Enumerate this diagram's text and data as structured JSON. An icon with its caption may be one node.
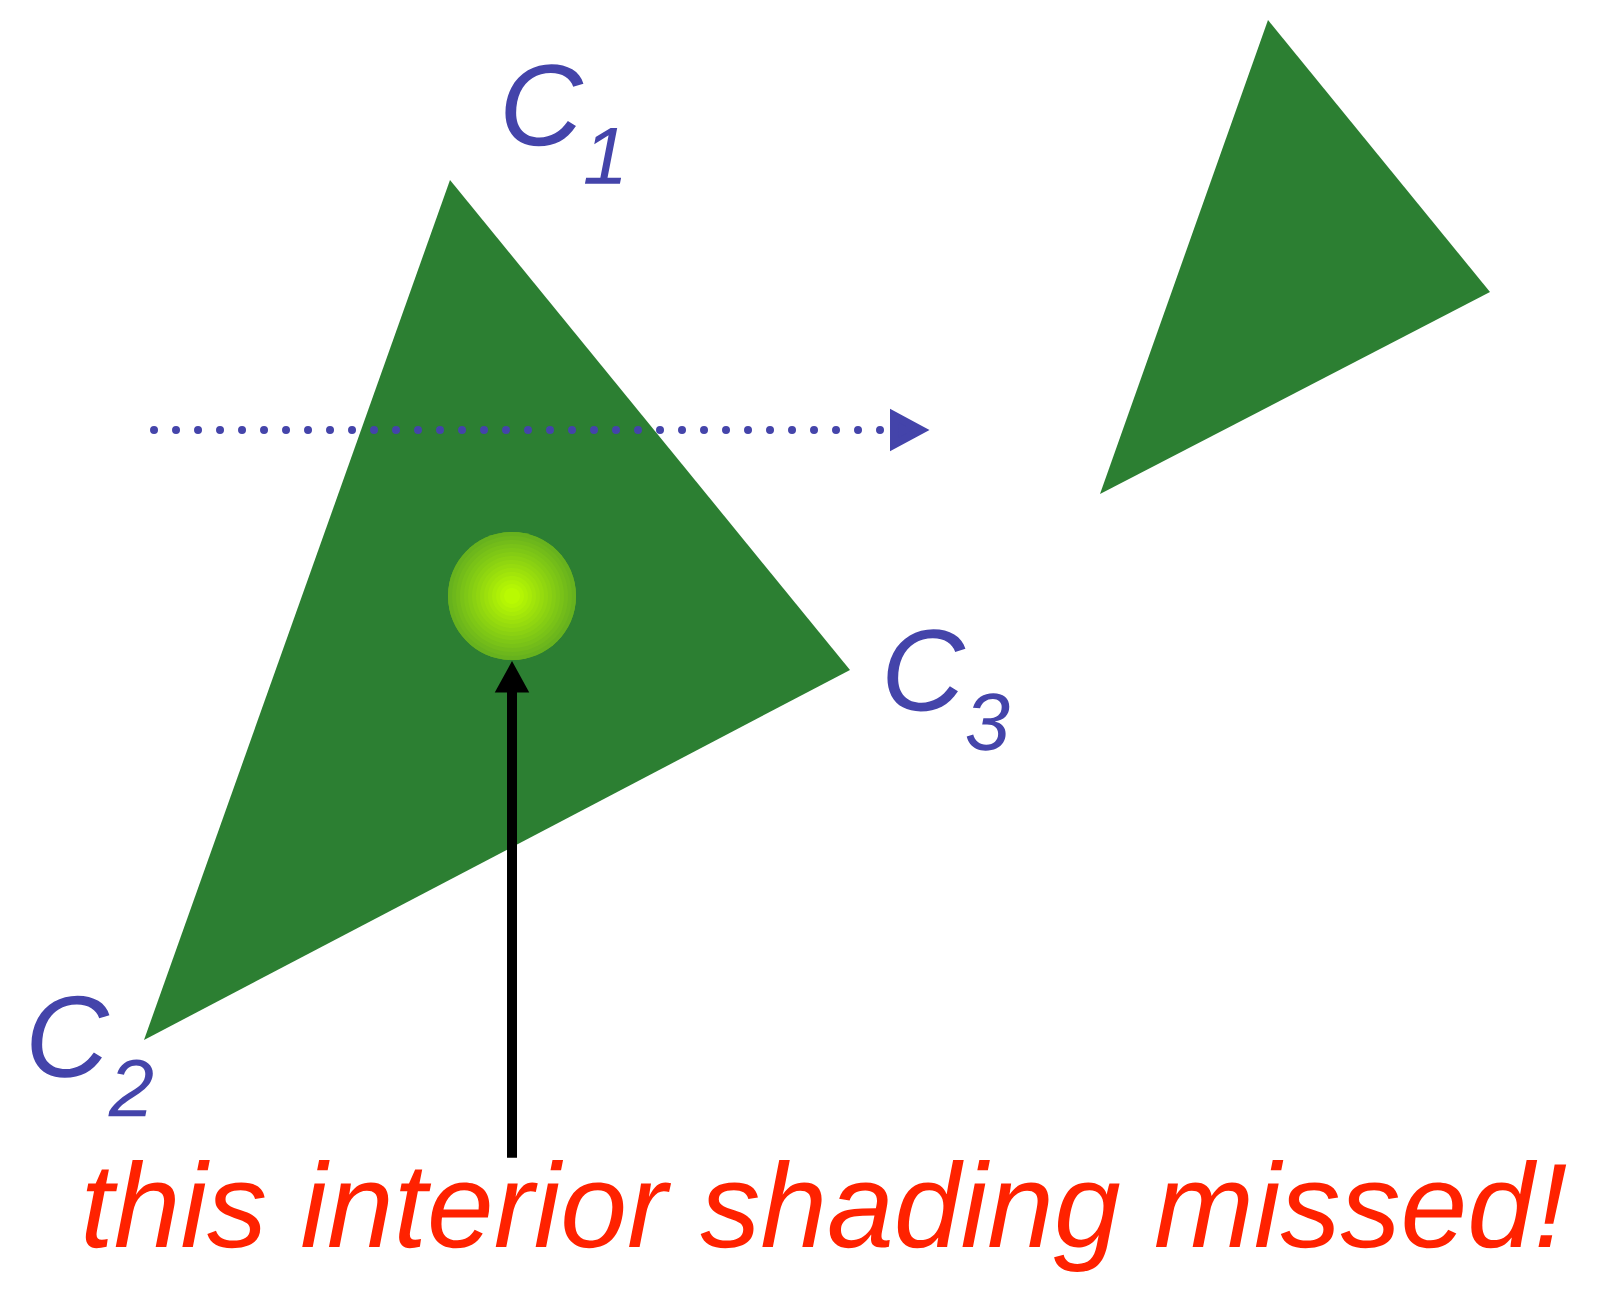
{
  "diagram": {
    "nodes": [
      {
        "text": [
          "this interior shading missed!"
        ]
      },
      {
        "text": [],
        "shape": "circle"
      }
    ],
    "edges": [
      {
        "from": 0,
        "to": 1,
        "arrow": "to"
      }
    ],
    "labels": [
      "C$_{1}$",
      "C$_{2}$",
      "C$_{3}$"
    ]
  }
}
